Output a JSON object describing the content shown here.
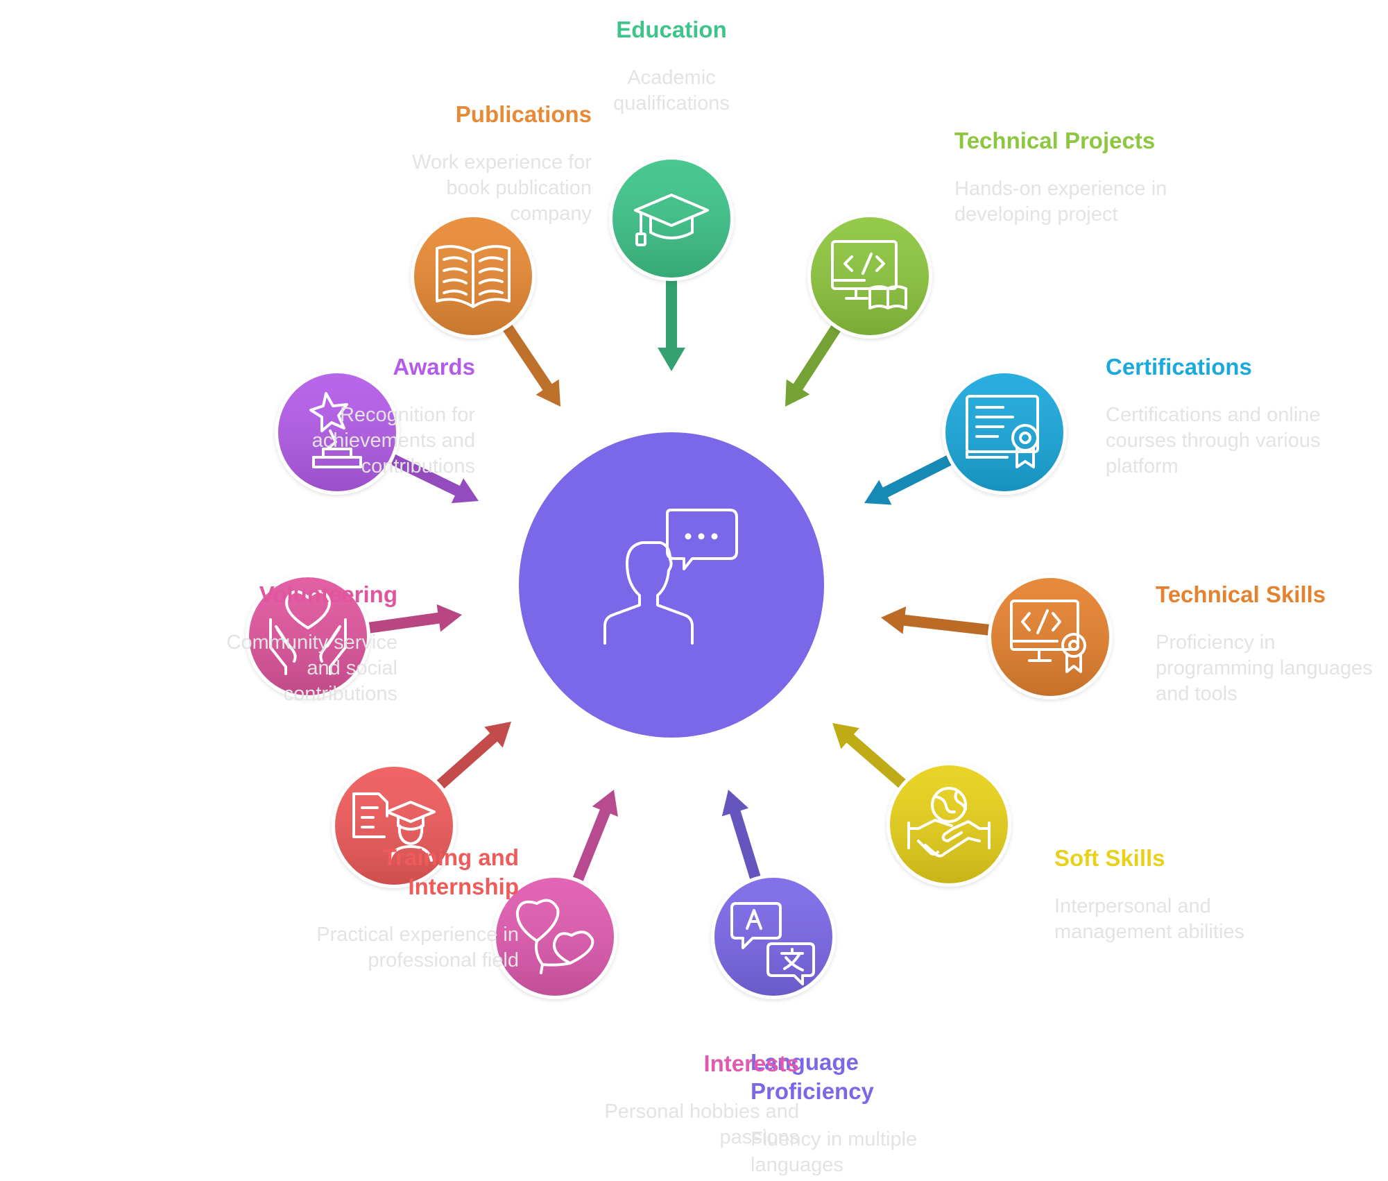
{
  "center": {
    "icon": "person-speech-bubble-icon",
    "color": "#7B68E8"
  },
  "items": [
    {
      "id": "education",
      "title": "Education",
      "description": "Academic qualifications",
      "color": "#3EC48A",
      "icon": "graduation-cap-icon"
    },
    {
      "id": "technical-projects",
      "title": "Technical Projects",
      "description": "Hands-on experience in developing project",
      "color": "#8DC63F",
      "icon": "code-monitor-book-icon"
    },
    {
      "id": "certifications",
      "title": "Certifications",
      "description": "Certifications and  online courses through various platform",
      "color": "#1BA8DC",
      "icon": "certificate-icon"
    },
    {
      "id": "technical-skills",
      "title": "Technical Skills",
      "description": "Proficiency in programming languages and tools",
      "color": "#E5822F",
      "icon": "code-monitor-award-icon"
    },
    {
      "id": "soft-skills",
      "title": "Soft Skills",
      "description": "Interpersonal and management abilities",
      "color": "#E8D11A",
      "icon": "handshake-globe-icon"
    },
    {
      "id": "language-proficiency",
      "title": "Language Proficiency",
      "description": "Fluency in multiple languages",
      "color": "#7B68E8",
      "icon": "translate-icon"
    },
    {
      "id": "interests",
      "title": "Interests",
      "description": "Personal hobbies and passions",
      "color": "#E05BB0",
      "icon": "heart-balloons-icon"
    },
    {
      "id": "training-internship",
      "title": "Training and Internship",
      "description": "Practical experience in professional field",
      "color": "#EF5B5B",
      "icon": "document-graduate-icon"
    },
    {
      "id": "volunteering",
      "title": "Volunteering",
      "description": "Community service and social contributions",
      "color": "#E0559E",
      "icon": "hands-heart-icon"
    },
    {
      "id": "awards",
      "title": "Awards",
      "description": "Recognition for achievements and contributions",
      "color": "#B35CE8",
      "icon": "trophy-icon"
    },
    {
      "id": "publications",
      "title": "Publications",
      "description": "Work experience for book publication company",
      "color": "#E88A35",
      "icon": "open-book-icon"
    }
  ]
}
